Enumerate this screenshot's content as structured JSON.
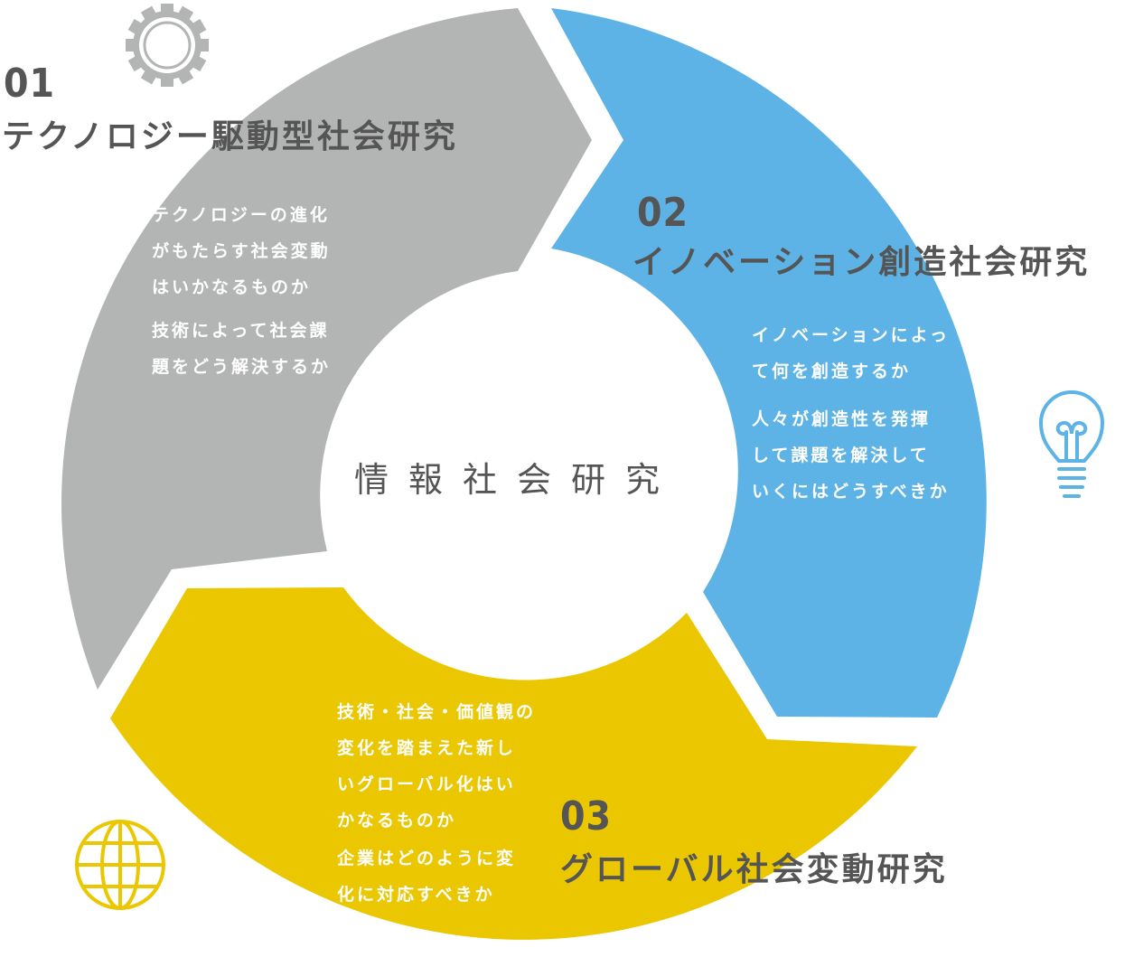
{
  "center_label": "情報社会研究",
  "colors": {
    "section1": "#b3b4b4",
    "section2": "#5db3e6",
    "section3": "#eac700",
    "text_dark": "#555555",
    "text_light": "#ffffff"
  },
  "sections": [
    {
      "number": "01",
      "title": "テクノロジー駆動型社会研究",
      "icon": "gear-icon",
      "lines": [
        "テクノロジーの進化",
        "がもたらす社会変動",
        "はいかなるものか",
        "技術によって社会課",
        "題をどう解決するか"
      ]
    },
    {
      "number": "02",
      "title": "イノベーション創造社会研究",
      "icon": "lightbulb-icon",
      "lines": [
        "イノベーションによっ",
        "て何を創造するか",
        "人々が創造性を発揮",
        "して課題を解決して",
        "いくにはどうすべきか"
      ]
    },
    {
      "number": "03",
      "title": "グローバル社会変動研究",
      "icon": "globe-icon",
      "lines": [
        "技術・社会・価値観の",
        "変化を踏まえた新し",
        "いグローバル化はい",
        "かなるものか",
        "企業はどのように変",
        "化に対応すべきか"
      ]
    }
  ]
}
